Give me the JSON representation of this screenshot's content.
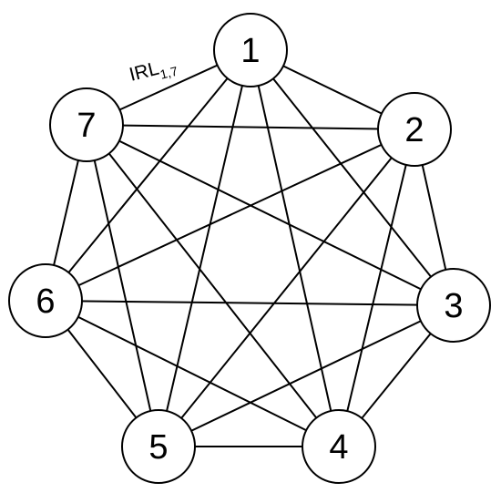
{
  "nodes": [
    {
      "id": "1",
      "label": "1"
    },
    {
      "id": "2",
      "label": "2"
    },
    {
      "id": "3",
      "label": "3"
    },
    {
      "id": "4",
      "label": "4"
    },
    {
      "id": "5",
      "label": "5"
    },
    {
      "id": "6",
      "label": "6"
    },
    {
      "id": "7",
      "label": "7"
    }
  ],
  "edges": [
    [
      "1",
      "2"
    ],
    [
      "1",
      "3"
    ],
    [
      "1",
      "4"
    ],
    [
      "1",
      "5"
    ],
    [
      "1",
      "6"
    ],
    [
      "1",
      "7"
    ],
    [
      "2",
      "3"
    ],
    [
      "2",
      "4"
    ],
    [
      "2",
      "5"
    ],
    [
      "2",
      "6"
    ],
    [
      "2",
      "7"
    ],
    [
      "3",
      "4"
    ],
    [
      "3",
      "5"
    ],
    [
      "3",
      "6"
    ],
    [
      "3",
      "7"
    ],
    [
      "4",
      "5"
    ],
    [
      "4",
      "6"
    ],
    [
      "4",
      "7"
    ],
    [
      "5",
      "6"
    ],
    [
      "5",
      "7"
    ],
    [
      "6",
      "7"
    ]
  ],
  "edge_label": {
    "edge": [
      "1",
      "7"
    ],
    "base": "IRL",
    "subscript": "1,7"
  }
}
